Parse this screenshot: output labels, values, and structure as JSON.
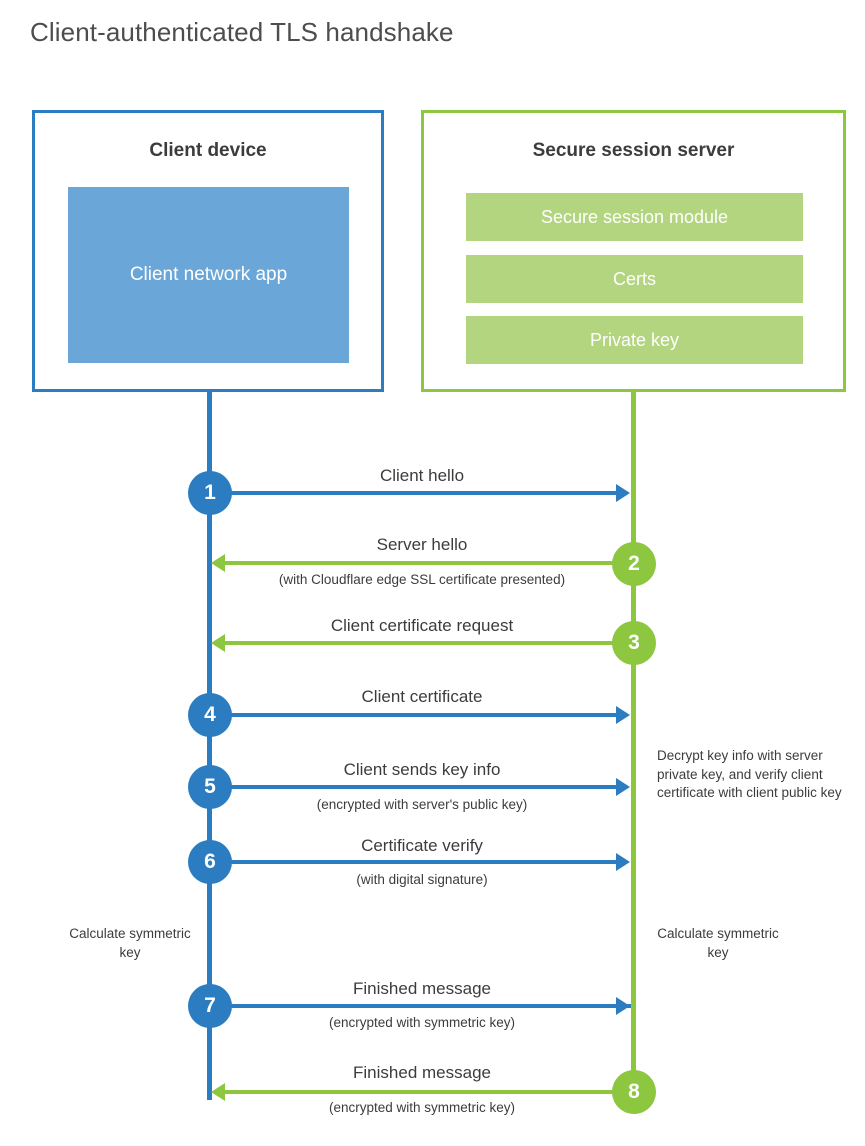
{
  "title": "Client-authenticated TLS handshake",
  "colors": {
    "client_blue": "#2b7cc0",
    "client_app_fill": "#6aa7d8",
    "server_green": "#8dc63f",
    "server_module_fill": "#b3d580",
    "text": "#3c3c3b",
    "title_text": "#4d4d4d"
  },
  "parties": {
    "client": {
      "title": "Client device",
      "app_label": "Client network app"
    },
    "server": {
      "title": "Secure session server",
      "modules": [
        "Secure session module",
        "Certs",
        "Private key"
      ]
    }
  },
  "steps": [
    {
      "number": "1",
      "label": "Client hello",
      "sublabel": "",
      "direction": "client-to-server"
    },
    {
      "number": "2",
      "label": "Server hello",
      "sublabel": "(with Cloudflare edge SSL certificate presented)",
      "direction": "server-to-client"
    },
    {
      "number": "3",
      "label": "Client certificate request",
      "sublabel": "",
      "direction": "server-to-client"
    },
    {
      "number": "4",
      "label": "Client certificate",
      "sublabel": "",
      "direction": "client-to-server"
    },
    {
      "number": "5",
      "label": "Client sends key info",
      "sublabel": "(encrypted with server's public key)",
      "direction": "client-to-server"
    },
    {
      "number": "6",
      "label": "Certificate verify",
      "sublabel": "(with digital signature)",
      "direction": "client-to-server"
    },
    {
      "number": "7",
      "label": "Finished message",
      "sublabel": "(encrypted with symmetric key)",
      "direction": "client-to-server"
    },
    {
      "number": "8",
      "label": "Finished message",
      "sublabel": "(encrypted with symmetric key)",
      "direction": "server-to-client"
    }
  ],
  "notes": {
    "server_decrypt": "Decrypt key info with server private key, and verify client certificate with client public key",
    "client_calculate": "Calculate symmetric key",
    "server_calculate": "Calculate symmetric key"
  }
}
